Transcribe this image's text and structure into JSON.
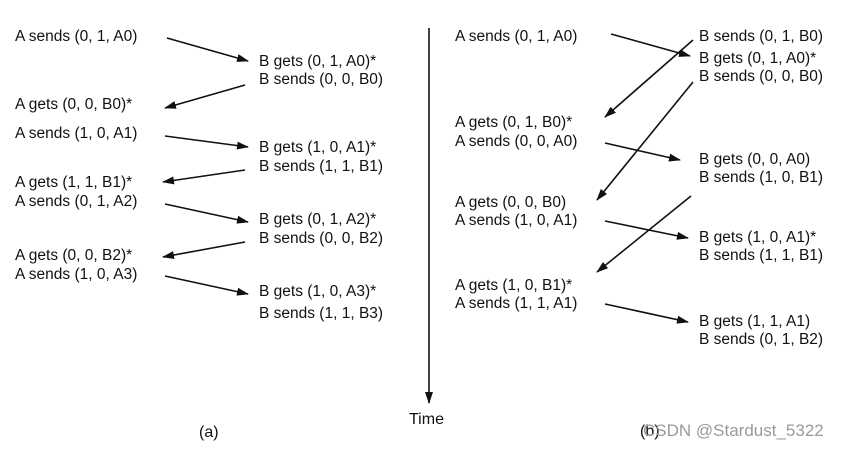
{
  "panel_a": {
    "caption": "(a)",
    "left": [
      "A sends (0, 1, A0)",
      "A gets (0, 0, B0)*",
      "A sends (1, 0, A1)",
      "A gets (1, 1, B1)*",
      "A sends (0, 1, A2)",
      "A gets (0, 0, B2)*",
      "A sends (1, 0, A3)"
    ],
    "right": [
      "B gets (0, 1, A0)*",
      "B sends (0, 0, B0)",
      "B gets (1, 0, A1)*",
      "B sends (1, 1, B1)",
      "B gets (0, 1, A2)*",
      "B sends (0, 0, B2)",
      "B gets (1, 0, A3)*",
      "B sends (1, 1, B3)"
    ]
  },
  "panel_b": {
    "caption": "(b)",
    "left": [
      "A sends (0, 1, A0)",
      "A gets (0, 1, B0)*",
      "A sends (0, 0, A0)",
      "A gets (0, 0, B0)",
      "A sends (1, 0, A1)",
      "A gets (1, 0, B1)*",
      "A sends (1, 1, A1)"
    ],
    "right": [
      "B sends (0, 1, B0)",
      "B gets (0, 1, A0)*",
      "B sends (0, 0, B0)",
      "B gets (0, 0, A0)",
      "B sends (1, 0, B1)",
      "B gets (1, 0, A1)*",
      "B sends (1, 1, B1)",
      "B gets (1, 1, A1)",
      "B sends (0, 1, B2)"
    ]
  },
  "time_label": "Time",
  "watermark": "CSDN @Stardust_5322"
}
